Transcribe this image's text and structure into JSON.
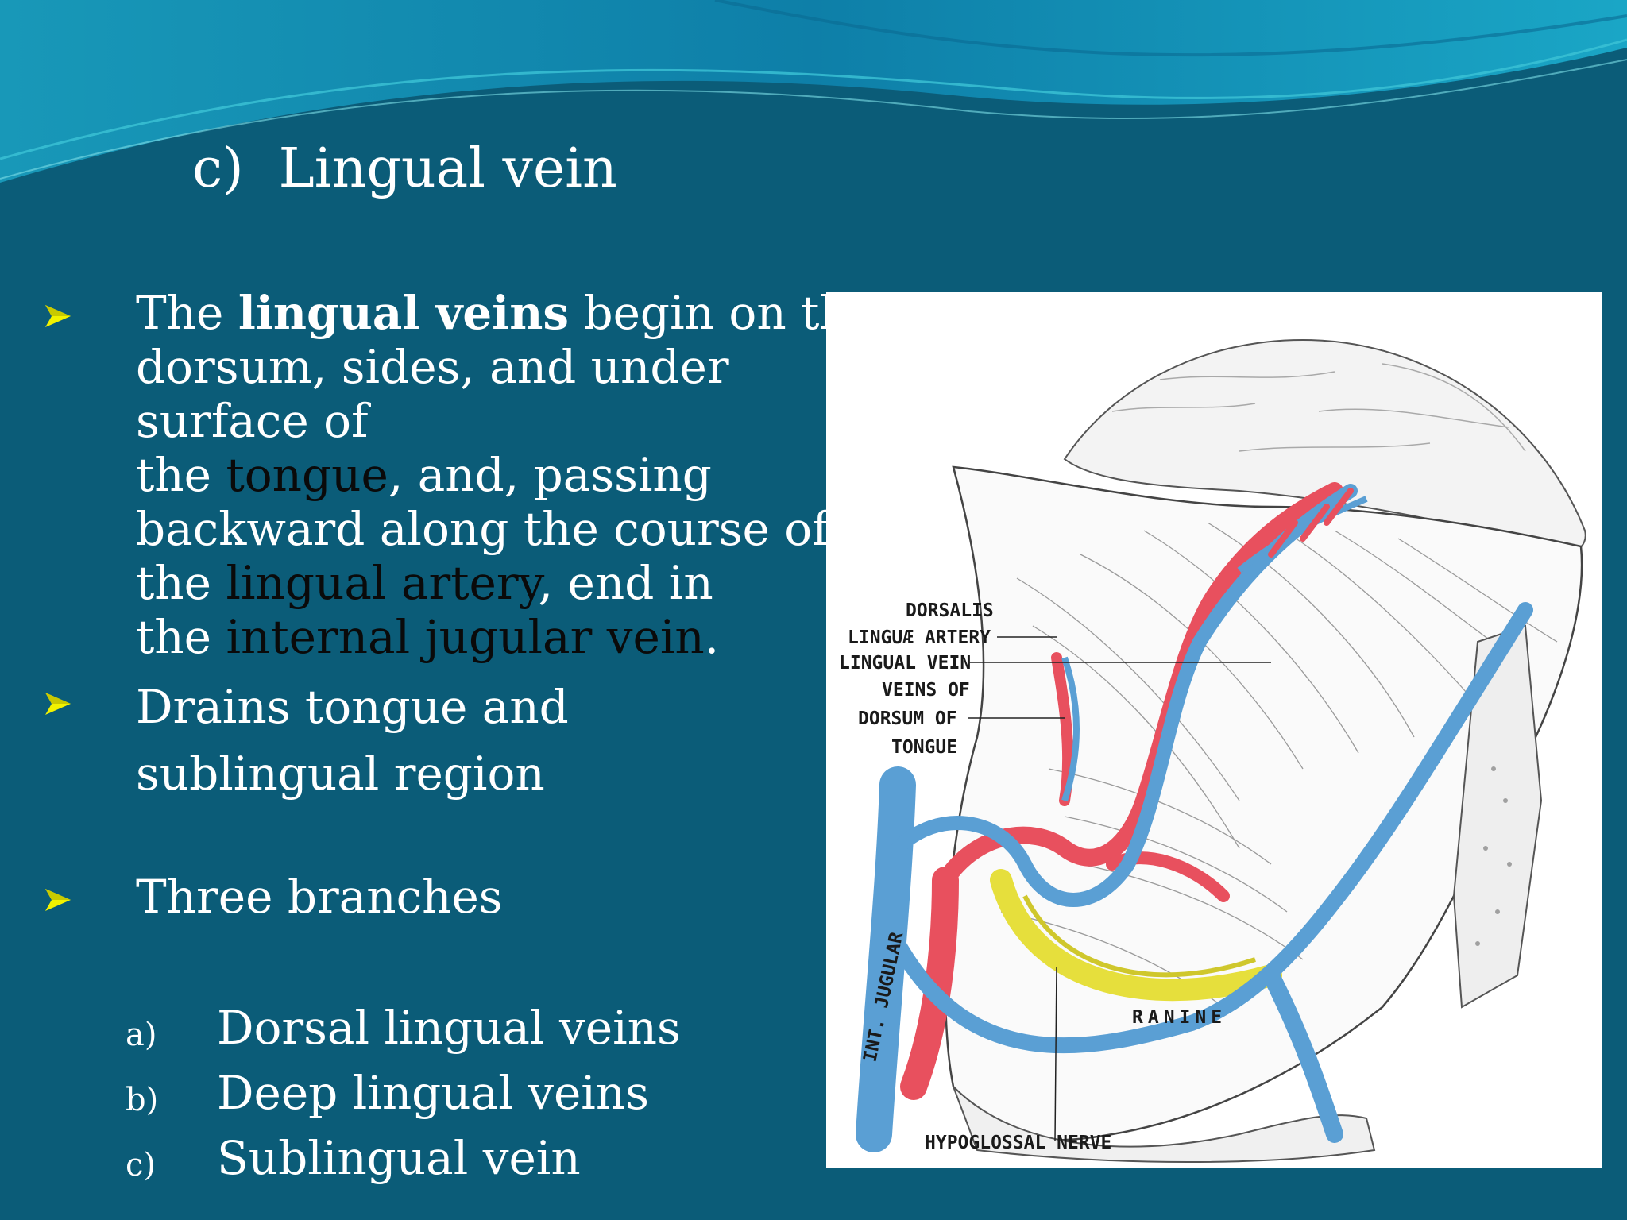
{
  "title": {
    "number": "c)",
    "text": "Lingual vein"
  },
  "bullet_icon": "arrow-bullet-icon",
  "bullets": {
    "b1": {
      "l1_pre": "The ",
      "l1_bold": "lingual veins",
      "l1_post": " begin on the",
      "l2": "dorsum, sides, and under",
      "l3": "surface of",
      "l4_pre": "the ",
      "l4_link": "tongue",
      "l4_post": ", and, passing",
      "l5": "backward along the course of",
      "l6_pre": "the ",
      "l6_link": "lingual artery",
      "l6_post": ", end in",
      "l7_pre": "the ",
      "l7_link": "internal jugular vein",
      "l7_post": "."
    },
    "b2": {
      "l1": "Drains tongue and",
      "l2": "sublingual region"
    },
    "b3": {
      "l1": "Three branches"
    }
  },
  "branches": [
    {
      "letter": "a)",
      "text": "Dorsal lingual veins"
    },
    {
      "letter": "b)",
      "text": "Deep lingual veins"
    },
    {
      "letter": "c)",
      "text": "Sublingual vein"
    }
  ],
  "figure_labels": {
    "dorsalis": "DORSALIS",
    "linguae_artery": "LINGUÆ ARTERY",
    "lingual_vein": "LINGUAL VEIN",
    "veins_of": "VEINS OF",
    "dorsum_of": "DORSUM OF",
    "tongue": "TONGUE",
    "int_jugular": "INT. JUGULAR",
    "ranine": "RANINE",
    "hypoglossal_nerve": "HYPOGLOSSAL NERVE"
  },
  "colors": {
    "background": "#0b5c78",
    "bullet": "#f2f200",
    "vein": "#5a9fd4",
    "artery": "#e8505e",
    "nerve": "#e6df3c"
  }
}
